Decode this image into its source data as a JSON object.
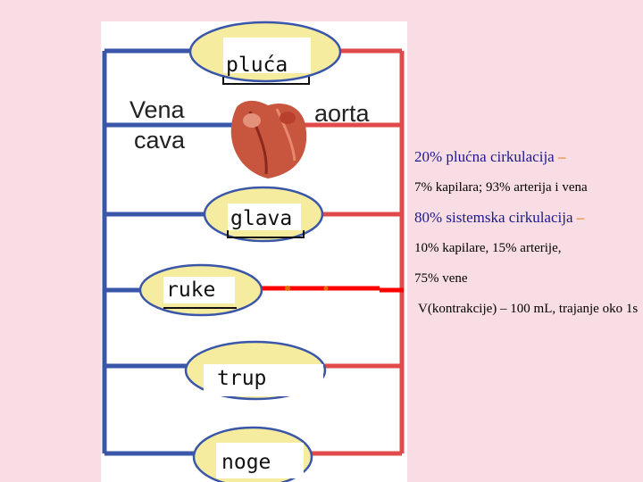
{
  "diagram": {
    "organs": [
      "pluća",
      "glava",
      "ruke",
      "trup",
      "noge"
    ],
    "vein_label_line1": "Vena",
    "vein_label_line2": "cava",
    "artery_label": "aorta",
    "colors": {
      "vein": "#3a56a8",
      "artery": "#e04a4a",
      "highlight": "#ff0000",
      "heart": "#c8553e"
    }
  },
  "info": {
    "pulmonary_title": "20% plućna cirkulacija",
    "pulmonary_detail": "7% kapilara; 93% arterija i vena",
    "systemic_title": "80% sistemska cirkulacija",
    "systemic_detail_1": "10% kapilare, 15% arterije,",
    "systemic_detail_2": "75% vene",
    "stroke_volume": "V(kontrakcije) – 100 mL, trajanje oko 1s",
    "dash": "–"
  }
}
